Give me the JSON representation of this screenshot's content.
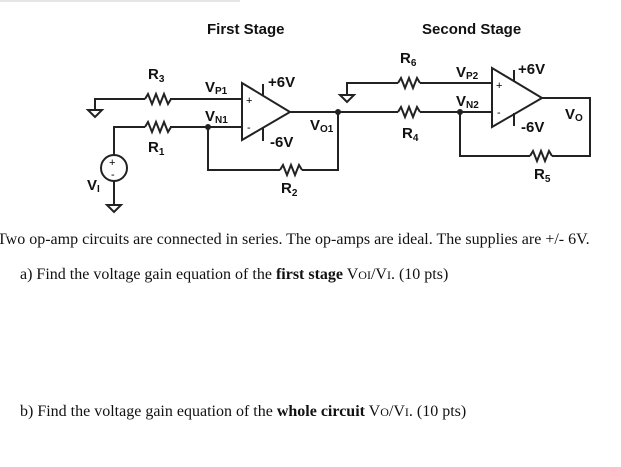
{
  "titles": {
    "first": "First Stage",
    "second": "Second Stage"
  },
  "labels": {
    "R3": {
      "main": "R",
      "sub": "3"
    },
    "R1": {
      "main": "R",
      "sub": "1"
    },
    "R2": {
      "main": "R",
      "sub": "2"
    },
    "R6": {
      "main": "R",
      "sub": "6"
    },
    "R4": {
      "main": "R",
      "sub": "4"
    },
    "R5": {
      "main": "R",
      "sub": "5"
    },
    "VP1": {
      "main": "V",
      "sub": "P1"
    },
    "VN1": {
      "main": "V",
      "sub": "N1"
    },
    "VO1": {
      "main": "V",
      "sub": "O1"
    },
    "VP2": {
      "main": "V",
      "sub": "P2"
    },
    "VN2": {
      "main": "V",
      "sub": "N2"
    },
    "VO": {
      "main": "V",
      "sub": "O"
    },
    "VI": {
      "main": "V",
      "sub": "I"
    },
    "plus6_1": "+6V",
    "minus6_1": "-6V",
    "plus6_2": "+6V",
    "minus6_2": "-6V",
    "plus": "+",
    "minus": "-"
  },
  "problem": {
    "intro": "Two op-amp circuits are connected in series. The op-amps are ideal. The supplies are +/- 6V.",
    "a": {
      "prefix": "a)  Find the voltage gain equation of the ",
      "bold": "first stage",
      "expr": " V",
      "s1": "OI",
      "mid": "/V",
      "s2": "I",
      "suffix": ". (10 pts)"
    },
    "b": {
      "prefix": "b)  Find the voltage gain equation of the ",
      "bold": "whole circuit",
      "expr": " V",
      "s1": "O",
      "mid": "/V",
      "s2": "I",
      "suffix": ". (10 pts)"
    }
  }
}
